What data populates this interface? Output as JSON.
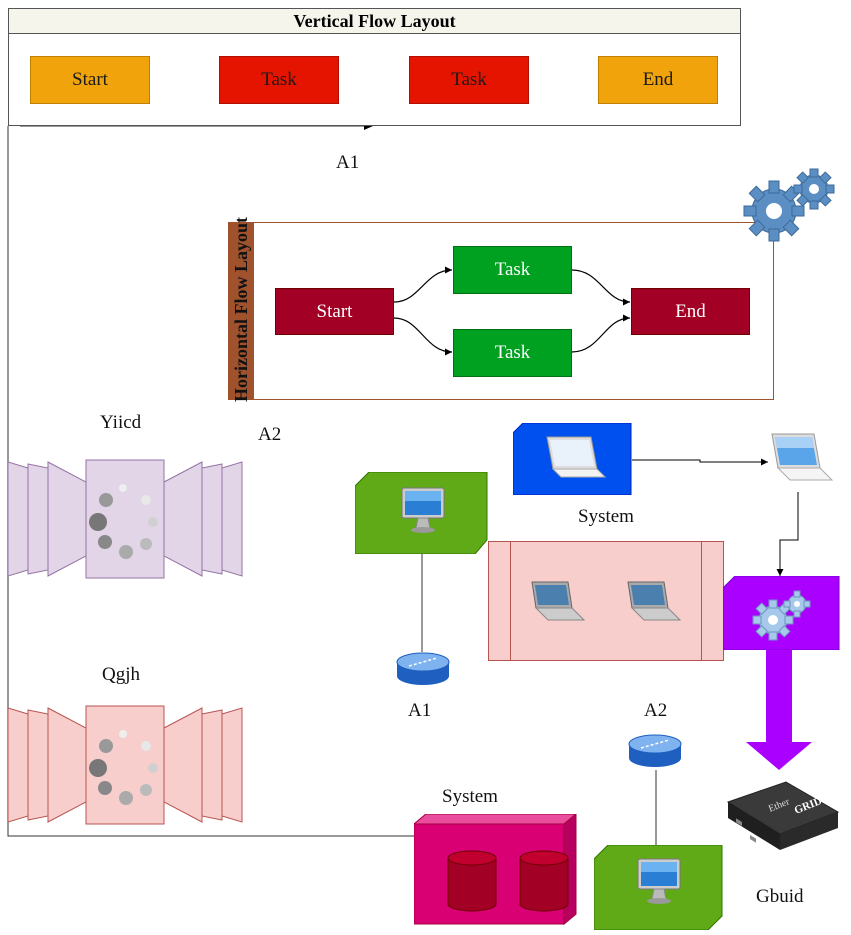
{
  "vertical_flow": {
    "title": "Vertical Flow Layout",
    "nodes": [
      {
        "label": "Start",
        "color": "#f0a30a"
      },
      {
        "label": "Task",
        "color": "#e51400"
      },
      {
        "label": "Task",
        "color": "#e51400"
      },
      {
        "label": "End",
        "color": "#f0a30a"
      }
    ]
  },
  "horizontal_flow": {
    "title": "Horizontal Flow Layout",
    "start": "Start",
    "task_top": "Task",
    "task_bottom": "Task",
    "end": "End",
    "colors": {
      "start": "#a20025",
      "task": "#00a020",
      "end": "#a20025",
      "header": "#a0522d"
    }
  },
  "labels": {
    "a1_top": "A1",
    "a2_top": "A2",
    "yiicd": "Yiicd",
    "qgjh": "Qgjh",
    "system_laptop": "System",
    "a1_bottom": "A1",
    "a2_bottom": "A2",
    "system_storage": "System",
    "gbuid": "Gbuid"
  },
  "icons": {
    "gears_big": "gears-icon",
    "gears_purple": "gears-icon",
    "ethergrid": "ethergrid-device-icon",
    "ethergrid_text": "Ether GRID"
  }
}
